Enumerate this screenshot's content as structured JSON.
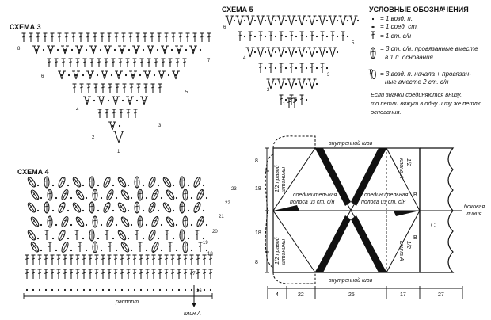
{
  "schemes": {
    "s3": {
      "title": "СХЕМА 3",
      "rows": [
        "1",
        "2",
        "3",
        "4",
        "5",
        "6",
        "7",
        "8"
      ]
    },
    "s5": {
      "title": "СХЕМА 5",
      "rows": [
        "1",
        "2",
        "3",
        "4",
        "5",
        "6"
      ]
    },
    "s4": {
      "title": "СХЕМА 4",
      "rows": [
        "16",
        "17",
        "18",
        "19",
        "20",
        "21",
        "22",
        "23"
      ],
      "repeat": "раппорт",
      "wedge": "клин А"
    }
  },
  "legend": {
    "title": "УСЛОВНЫЕ ОБОЗНАЧЕНИЯ",
    "items": [
      "= 1 возд. п.",
      "= 1 соед. ст.",
      "= 1 ст. с/н",
      "= 3 ст. с/н, провязанные вместе",
      "в 1 п. основания",
      "= 3 возд. п. начала + провязан-",
      "ные вместе 2 ст. с/н"
    ],
    "note": [
      "Если значки соединяются внизу,",
      "то петли вяжут в одну и ту же петлю",
      "основания."
    ]
  },
  "garment": {
    "inner_seam_top": "внутренний шов",
    "inner_seam_bottom": "внутренний шов",
    "connecting_strip_left": [
      "соединительная",
      "полоса из ст. с/н"
    ],
    "connecting_strip_right": [
      "соединительная",
      "полоса из ст. с/н"
    ],
    "side_line": [
      "боковая",
      "линия"
    ],
    "half_shelf_top": [
      "1/2 правой",
      "штанины"
    ],
    "half_shelf_bottom": [
      "1/2 правой",
      "штанины"
    ],
    "wedge_top": [
      "1/2",
      "клина А"
    ],
    "wedge_bottom": [
      "1/2",
      "клина А"
    ],
    "labels": {
      "b_top": "В",
      "b_bot": "В",
      "c": "С"
    },
    "left_dims": [
      "8",
      "18",
      "18",
      "8"
    ],
    "bottom_dims": [
      "4",
      "22",
      "25",
      "17",
      "27"
    ]
  }
}
